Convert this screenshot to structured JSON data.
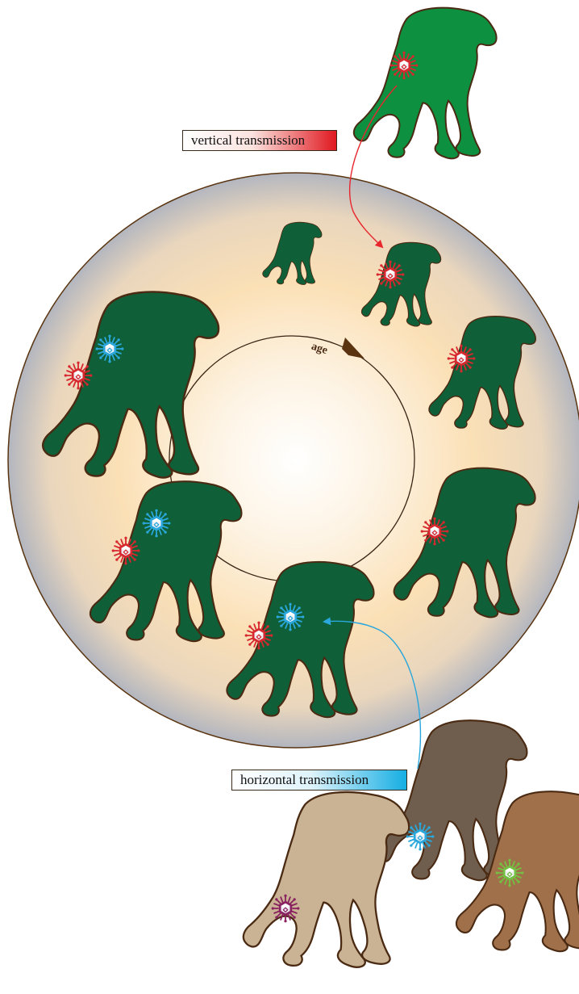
{
  "labels": {
    "vertical": "vertical transmission",
    "horizontal": "horizontal transmission",
    "age": "age"
  },
  "colors": {
    "community_ape": "#0f6038",
    "parent_ape": "#0d9040",
    "external_ape_light": "#c9b394",
    "external_ape_gray": "#6f5e4e",
    "external_ape_brown": "#a0704a",
    "ape_outline": "#4a2a12",
    "virus_red": "#d7282f",
    "virus_blue": "#2aa7dc",
    "virus_purple": "#8a2160",
    "virus_green": "#74c043",
    "vertical_arrow": "#e8262d",
    "horizontal_arrow": "#2aa7dc",
    "age_arrow": "#5a3410"
  },
  "icons": {
    "virus": "virus-icon",
    "ape": "ape-silhouette-icon"
  }
}
